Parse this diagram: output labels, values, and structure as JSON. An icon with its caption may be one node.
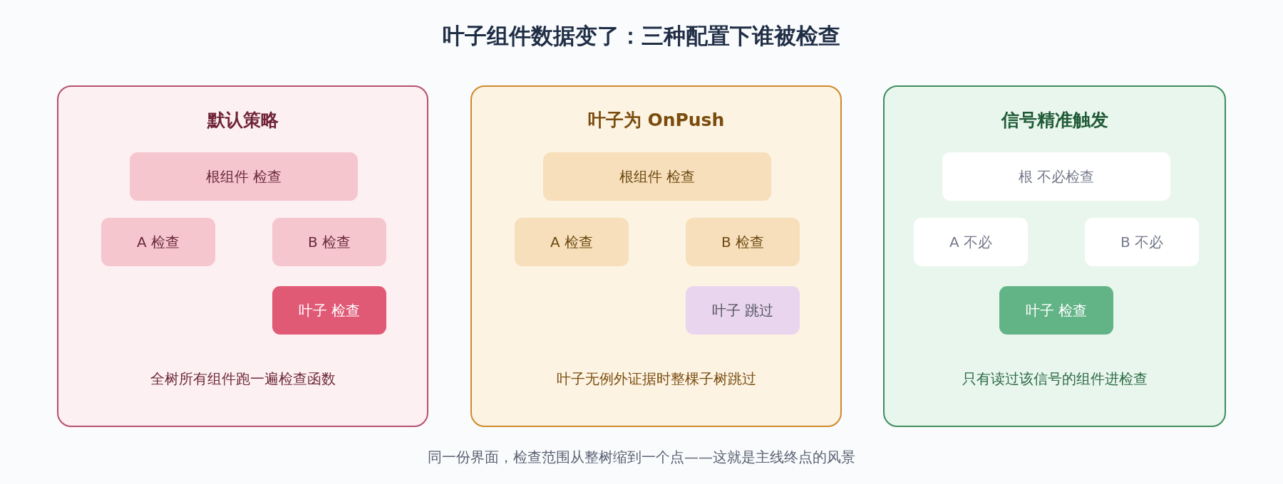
{
  "diagram": {
    "title": "叶子组件数据变了：三种配置下谁被检查",
    "caption": "同一份界面，检查范围从整树缩到一个点——这就是主线终点的风景",
    "nodes": [
      {
        "text": [
          "默认策略",
          "全树所有组件跑一遍检查函数"
        ]
      },
      {
        "text": [
          "根组件 检查"
        ],
        "in": 0
      },
      {
        "text": [
          "A 检查"
        ],
        "in": 0
      },
      {
        "text": [
          "B 检查"
        ],
        "in": 0
      },
      {
        "text": [
          "叶子 检查"
        ],
        "in": 0
      },
      {
        "text": [
          "叶子为 OnPush",
          "叶子无例外证据时整棵子树跳过"
        ]
      },
      {
        "text": [
          "根组件 检查"
        ],
        "in": 5
      },
      {
        "text": [
          "A 检查"
        ],
        "in": 5
      },
      {
        "text": [
          "B 检查"
        ],
        "in": 5
      },
      {
        "text": [
          "叶子 跳过"
        ],
        "in": 5
      },
      {
        "text": [
          "信号精准触发",
          "只有读过该信号的组件进检查"
        ]
      },
      {
        "text": [
          "根 不必检查"
        ],
        "in": 10
      },
      {
        "text": [
          "A 不必"
        ],
        "in": 10
      },
      {
        "text": [
          "B 不必"
        ],
        "in": 10
      },
      {
        "text": [
          "叶子 检查"
        ],
        "in": 10
      }
    ]
  }
}
